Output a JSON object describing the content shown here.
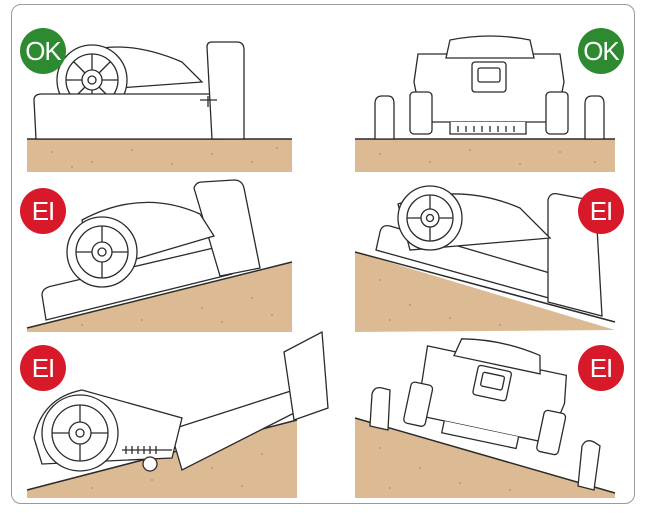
{
  "colors": {
    "ok": "#2e8a31",
    "bad": "#d7192a",
    "soil": "#dcbb94",
    "soil_speck": "#b89570",
    "line": "#2b2b2b"
  },
  "panels": [
    {
      "id": "p1",
      "badge": {
        "text": "OK",
        "status": "ok"
      }
    },
    {
      "id": "p2",
      "badge": {
        "text": "OK",
        "status": "ok"
      }
    },
    {
      "id": "p3",
      "badge": {
        "text": "EI",
        "status": "bad"
      }
    },
    {
      "id": "p4",
      "badge": {
        "text": "EI",
        "status": "bad"
      }
    },
    {
      "id": "p5",
      "badge": {
        "text": "EI",
        "status": "bad"
      }
    },
    {
      "id": "p6",
      "badge": {
        "text": "EI",
        "status": "bad"
      }
    }
  ]
}
